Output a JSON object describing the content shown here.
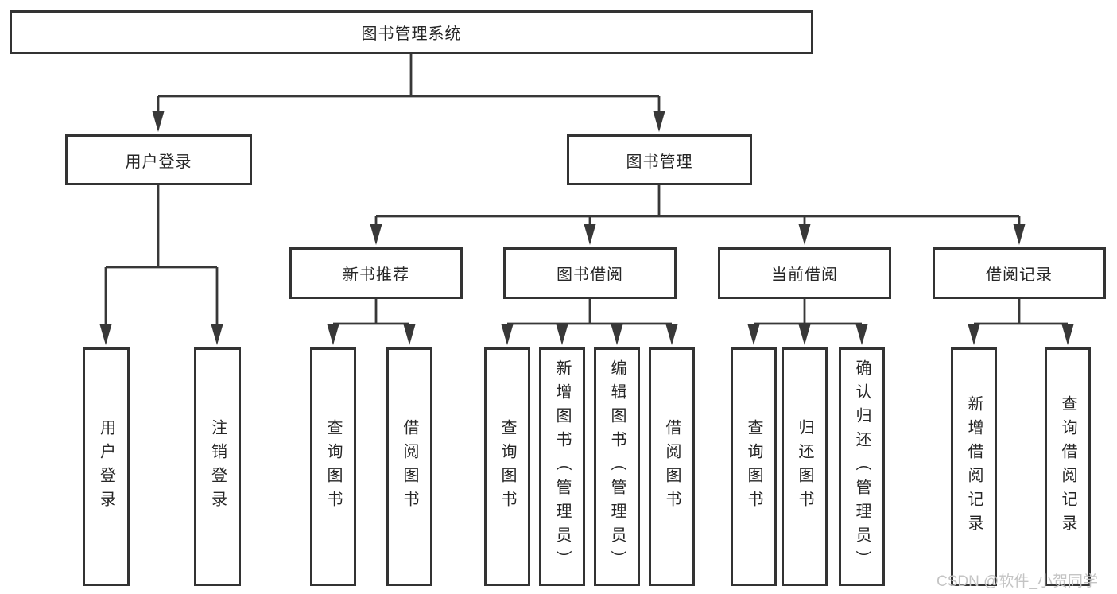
{
  "tree": {
    "root": {
      "label": "图书管理系统"
    },
    "children": [
      {
        "label": "用户登录",
        "children": [
          {
            "label": "用户登录"
          },
          {
            "label": "注销登录"
          }
        ]
      },
      {
        "label": "图书管理",
        "children": [
          {
            "label": "新书推荐",
            "children": [
              {
                "label": "查询图书"
              },
              {
                "label": "借阅图书"
              }
            ]
          },
          {
            "label": "图书借阅",
            "children": [
              {
                "label": "查询图书"
              },
              {
                "label": "新增图书（管理员）"
              },
              {
                "label": "编辑图书（管理员）"
              },
              {
                "label": "借阅图书"
              }
            ]
          },
          {
            "label": "当前借阅",
            "children": [
              {
                "label": "查询图书"
              },
              {
                "label": "归还图书"
              },
              {
                "label": "确认归还（管理员）"
              }
            ]
          },
          {
            "label": "借阅记录",
            "children": [
              {
                "label": "新增借阅记录"
              },
              {
                "label": "查询借阅记录"
              }
            ]
          }
        ]
      }
    ]
  },
  "watermark": {
    "text": "CSDN @软件_小贺同学"
  },
  "colors": {
    "border": "#333333",
    "line": "#383838",
    "text": "#262626",
    "bg": "#ffffff",
    "watermark": "#c4c4c4"
  }
}
